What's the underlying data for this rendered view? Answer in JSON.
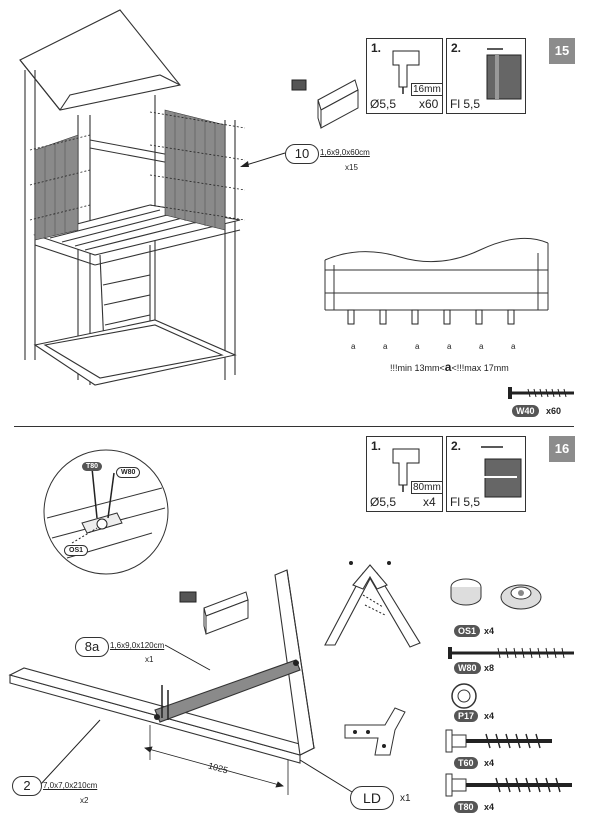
{
  "step15": {
    "badge": "15",
    "part": {
      "number": "10",
      "dims": "1,6x9,0x60cm",
      "qty": "x15"
    },
    "tool1": {
      "num": "1.",
      "depth": "16mm",
      "diameter": "Ø5,5",
      "count": "x60"
    },
    "tool2": {
      "num": "2.",
      "label": "Fl 5,5"
    },
    "spacing_label": "a",
    "spacing_note_prefix": "!!!min 13mm<",
    "spacing_note_var": "a",
    "spacing_note_suffix": "<!!!max 17mm",
    "screw": {
      "code": "W40",
      "qty": "x60"
    }
  },
  "step16": {
    "badge": "16",
    "tool1": {
      "num": "1.",
      "depth": "80mm",
      "diameter": "Ø5,5",
      "count": "x4"
    },
    "tool2": {
      "num": "2.",
      "label": "Fl 5,5"
    },
    "detail_tags": {
      "t80": "T80",
      "w80": "W80",
      "os1": "OS1"
    },
    "part8a": {
      "number": "8a",
      "dims": "1,6x9,0x120cm",
      "qty": "x1"
    },
    "part2": {
      "number": "2",
      "dims": "7,0x7,0x210cm",
      "qty": "x2"
    },
    "dimension": "1025",
    "ld": {
      "number": "LD",
      "qty": "x1"
    },
    "hardware": [
      {
        "code": "OS1",
        "qty": "x4"
      },
      {
        "code": "W80",
        "qty": "x8"
      },
      {
        "code": "P17",
        "qty": "x4"
      },
      {
        "code": "T60",
        "qty": "x4"
      },
      {
        "code": "T80",
        "qty": "x4"
      }
    ]
  },
  "colors": {
    "badge": "#8c8c8c",
    "tag": "#555555",
    "panel": "#8a8a8a"
  }
}
